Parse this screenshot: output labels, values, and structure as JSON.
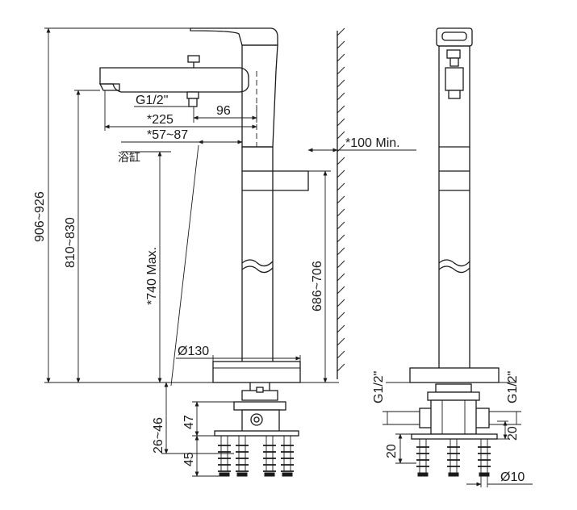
{
  "dimensions": {
    "overall_height": "906~926",
    "spout_height": "810~830",
    "spout_reach": "*225",
    "outlet_offset": "96",
    "rim_gap": "*57~87",
    "bathtub_height": "*740 Max.",
    "body_height": "686~706",
    "wall_clearance": "*100 Min.",
    "base_diameter": "Ø130",
    "anchor_depth_top": "47",
    "anchor_depth_bottom": "45",
    "floor_adjust": "26~46",
    "side_depth_left": "20",
    "side_depth_right": "20",
    "anchor_diameter": "Ø10"
  },
  "labels": {
    "hand_shower_thread": "G1/2\"",
    "bathtub": "浴缸",
    "inlet_left": "G1/2\"",
    "inlet_right": "G1/2\""
  }
}
